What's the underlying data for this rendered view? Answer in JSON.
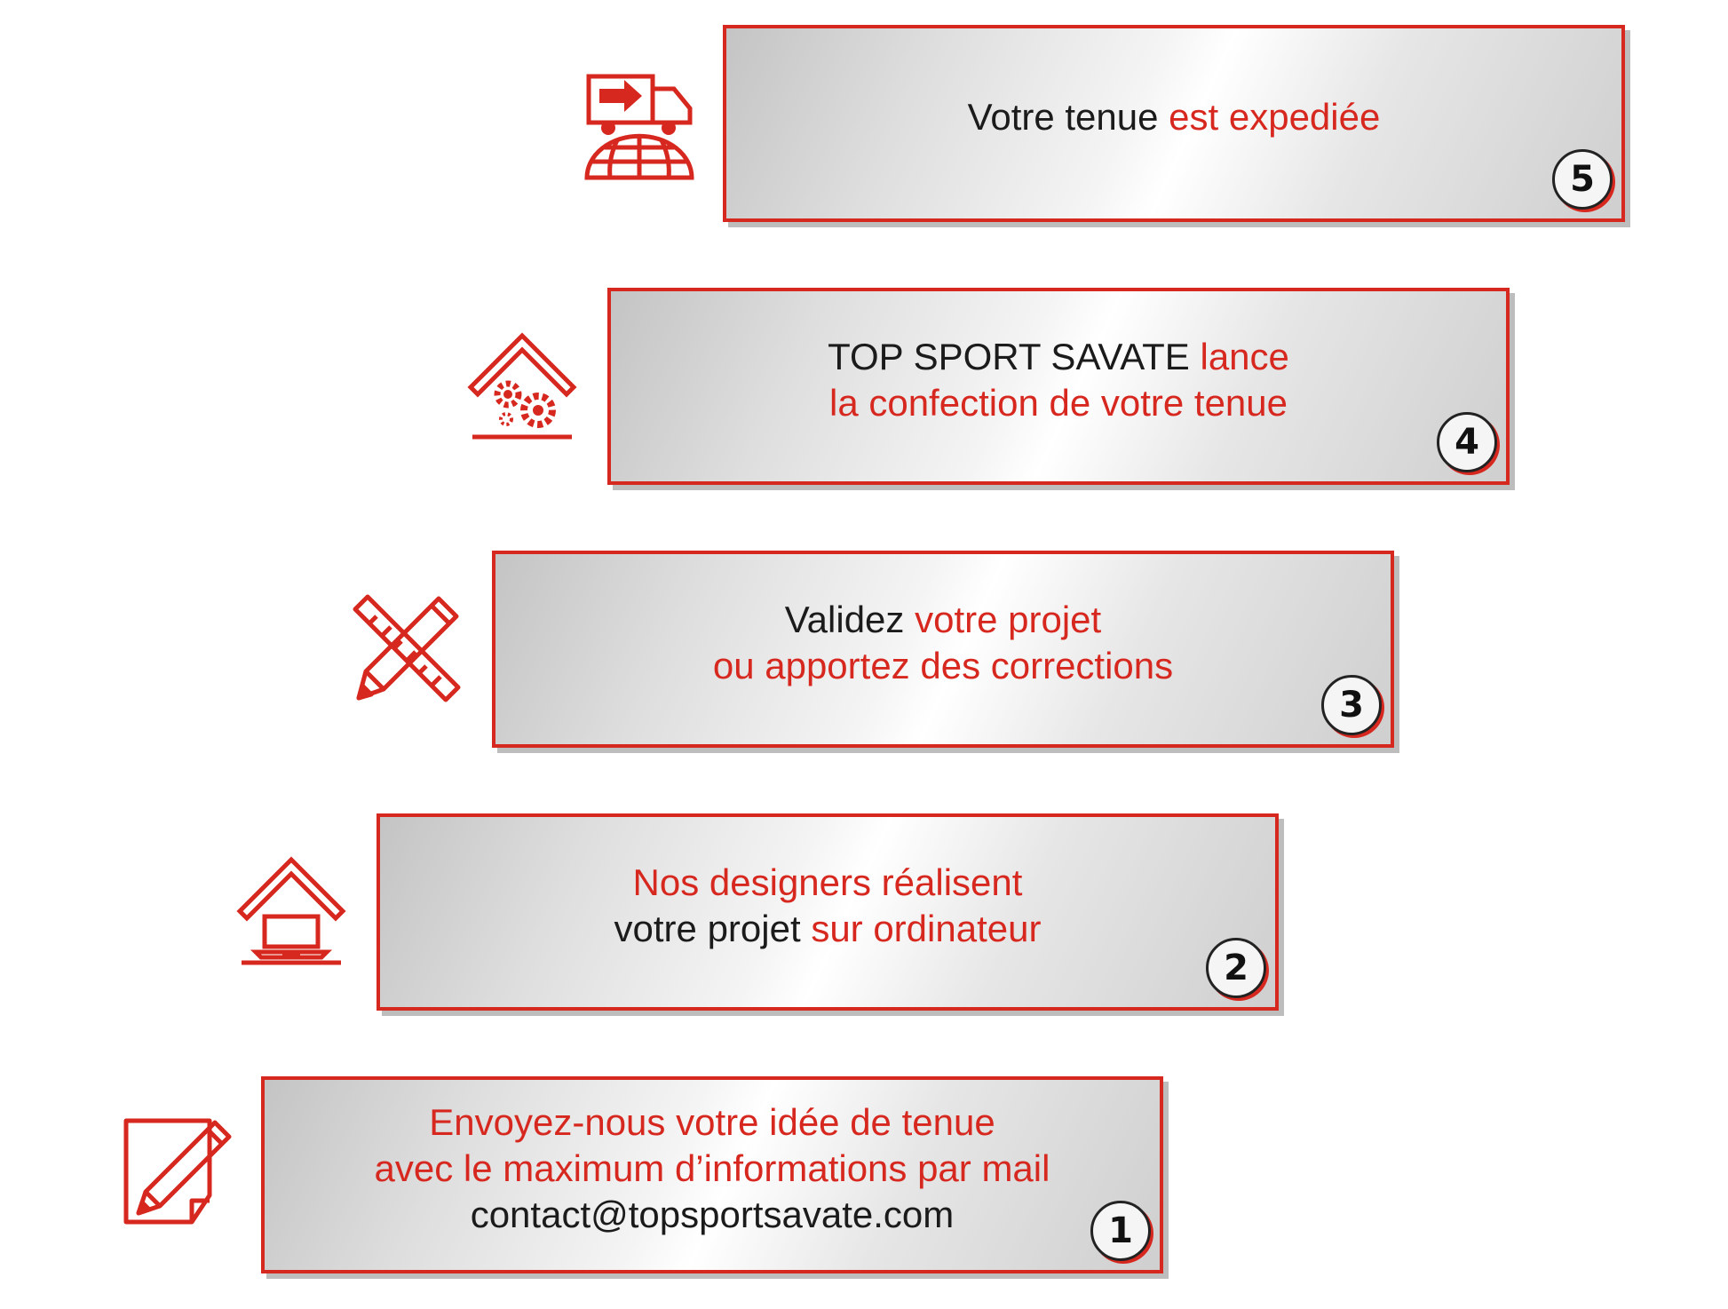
{
  "steps": [
    {
      "number": "5",
      "icon": "delivery-truck-globe-icon",
      "line1_black": "Votre tenue ",
      "line1_red": "est expediée",
      "line2_black": "",
      "line2_red": "",
      "line3": ""
    },
    {
      "number": "4",
      "icon": "house-gears-icon",
      "line1_black": "TOP SPORT SAVATE ",
      "line1_red": "lance",
      "line2_black": "",
      "line2_red": "la confection de votre tenue",
      "line3": ""
    },
    {
      "number": "3",
      "icon": "ruler-pencil-icon",
      "line1_black": "Validez ",
      "line1_red": "votre projet",
      "line2_black": "",
      "line2_red": "ou apportez des corrections",
      "line3": ""
    },
    {
      "number": "2",
      "icon": "house-laptop-icon",
      "line1_black": "",
      "line1_red": "Nos designers réalisent",
      "line2_black": "votre projet ",
      "line2_red": "sur ordinateur",
      "line3": ""
    },
    {
      "number": "1",
      "icon": "note-pencil-icon",
      "line1_black": "",
      "line1_red": "Envoyez-nous votre idée de tenue",
      "line2_black": "",
      "line2_red": "avec le maximum d’informations par mail",
      "line3": "contact@topsportsavate.com"
    }
  ],
  "colors": {
    "accent": "#d7281f",
    "text": "#1b1b1b",
    "shadow": "#bdbdbd"
  }
}
